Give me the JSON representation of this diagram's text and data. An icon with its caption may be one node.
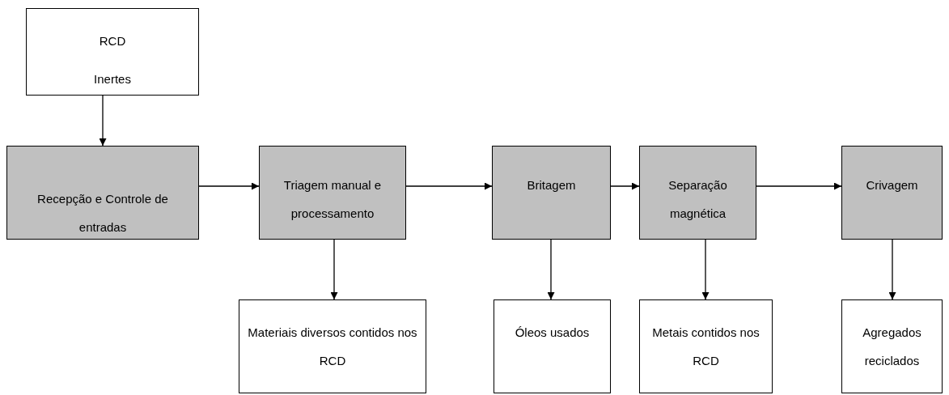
{
  "diagram": {
    "nodes": [
      {
        "text": [
          "RCD",
          "Inertes"
        ]
      },
      {
        "text": [
          "Recepção e Controle de entradas"
        ]
      },
      {
        "text": [
          "Triagem manual e processamento"
        ]
      },
      {
        "text": [
          "Britagem"
        ]
      },
      {
        "text": [
          "Separação magnética"
        ]
      },
      {
        "text": [
          "Crivagem"
        ]
      },
      {
        "text": [
          "Materiais diversos contidos nos RCD"
        ]
      },
      {
        "text": [
          "Óleos usados"
        ]
      },
      {
        "text": [
          "Metais contidos nos RCD"
        ]
      },
      {
        "text": [
          "Agregados reciclados"
        ]
      }
    ],
    "edges": [
      {
        "from": 0,
        "to": 1,
        "arrow": "to"
      },
      {
        "from": 1,
        "to": 2,
        "arrow": "to"
      },
      {
        "from": 2,
        "to": 3,
        "arrow": "to"
      },
      {
        "from": 3,
        "to": 4,
        "arrow": "to"
      },
      {
        "from": 4,
        "to": 5,
        "arrow": "to"
      },
      {
        "from": 2,
        "to": 6,
        "arrow": "to"
      },
      {
        "from": 3,
        "to": 7,
        "arrow": "to"
      },
      {
        "from": 4,
        "to": 8,
        "arrow": "to"
      },
      {
        "from": 5,
        "to": 9,
        "arrow": "to"
      }
    ]
  }
}
